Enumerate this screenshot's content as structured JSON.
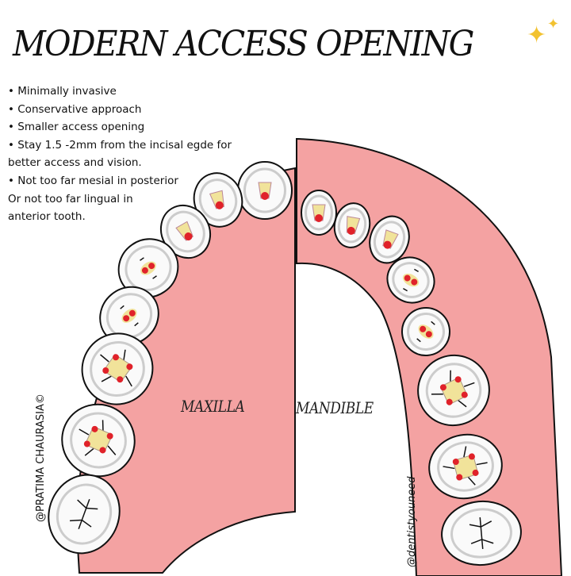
{
  "title": "MODERN ACCESS OPENING",
  "sparkle_icon": "sparkles-icon",
  "notes": [
    "• Minimally invasive",
    "• Conservative approach",
    "• Smaller access opening",
    "• Stay 1.5 -2mm from the incisal egde for",
    "better access and vision.",
    "• Not too far mesial in posterior",
    "Or not too far lingual in",
    "anterior tooth."
  ],
  "labels": {
    "maxilla": "MAXILLA",
    "mandible": "MANDIBLE"
  },
  "credits": {
    "left": "@PRATIMA CHAURASIA©",
    "right": "@dentistyouneed"
  },
  "colors": {
    "gum": "#f4a2a2",
    "access": "#f1e39a",
    "canal": "#e0222a",
    "outline": "#111111"
  }
}
